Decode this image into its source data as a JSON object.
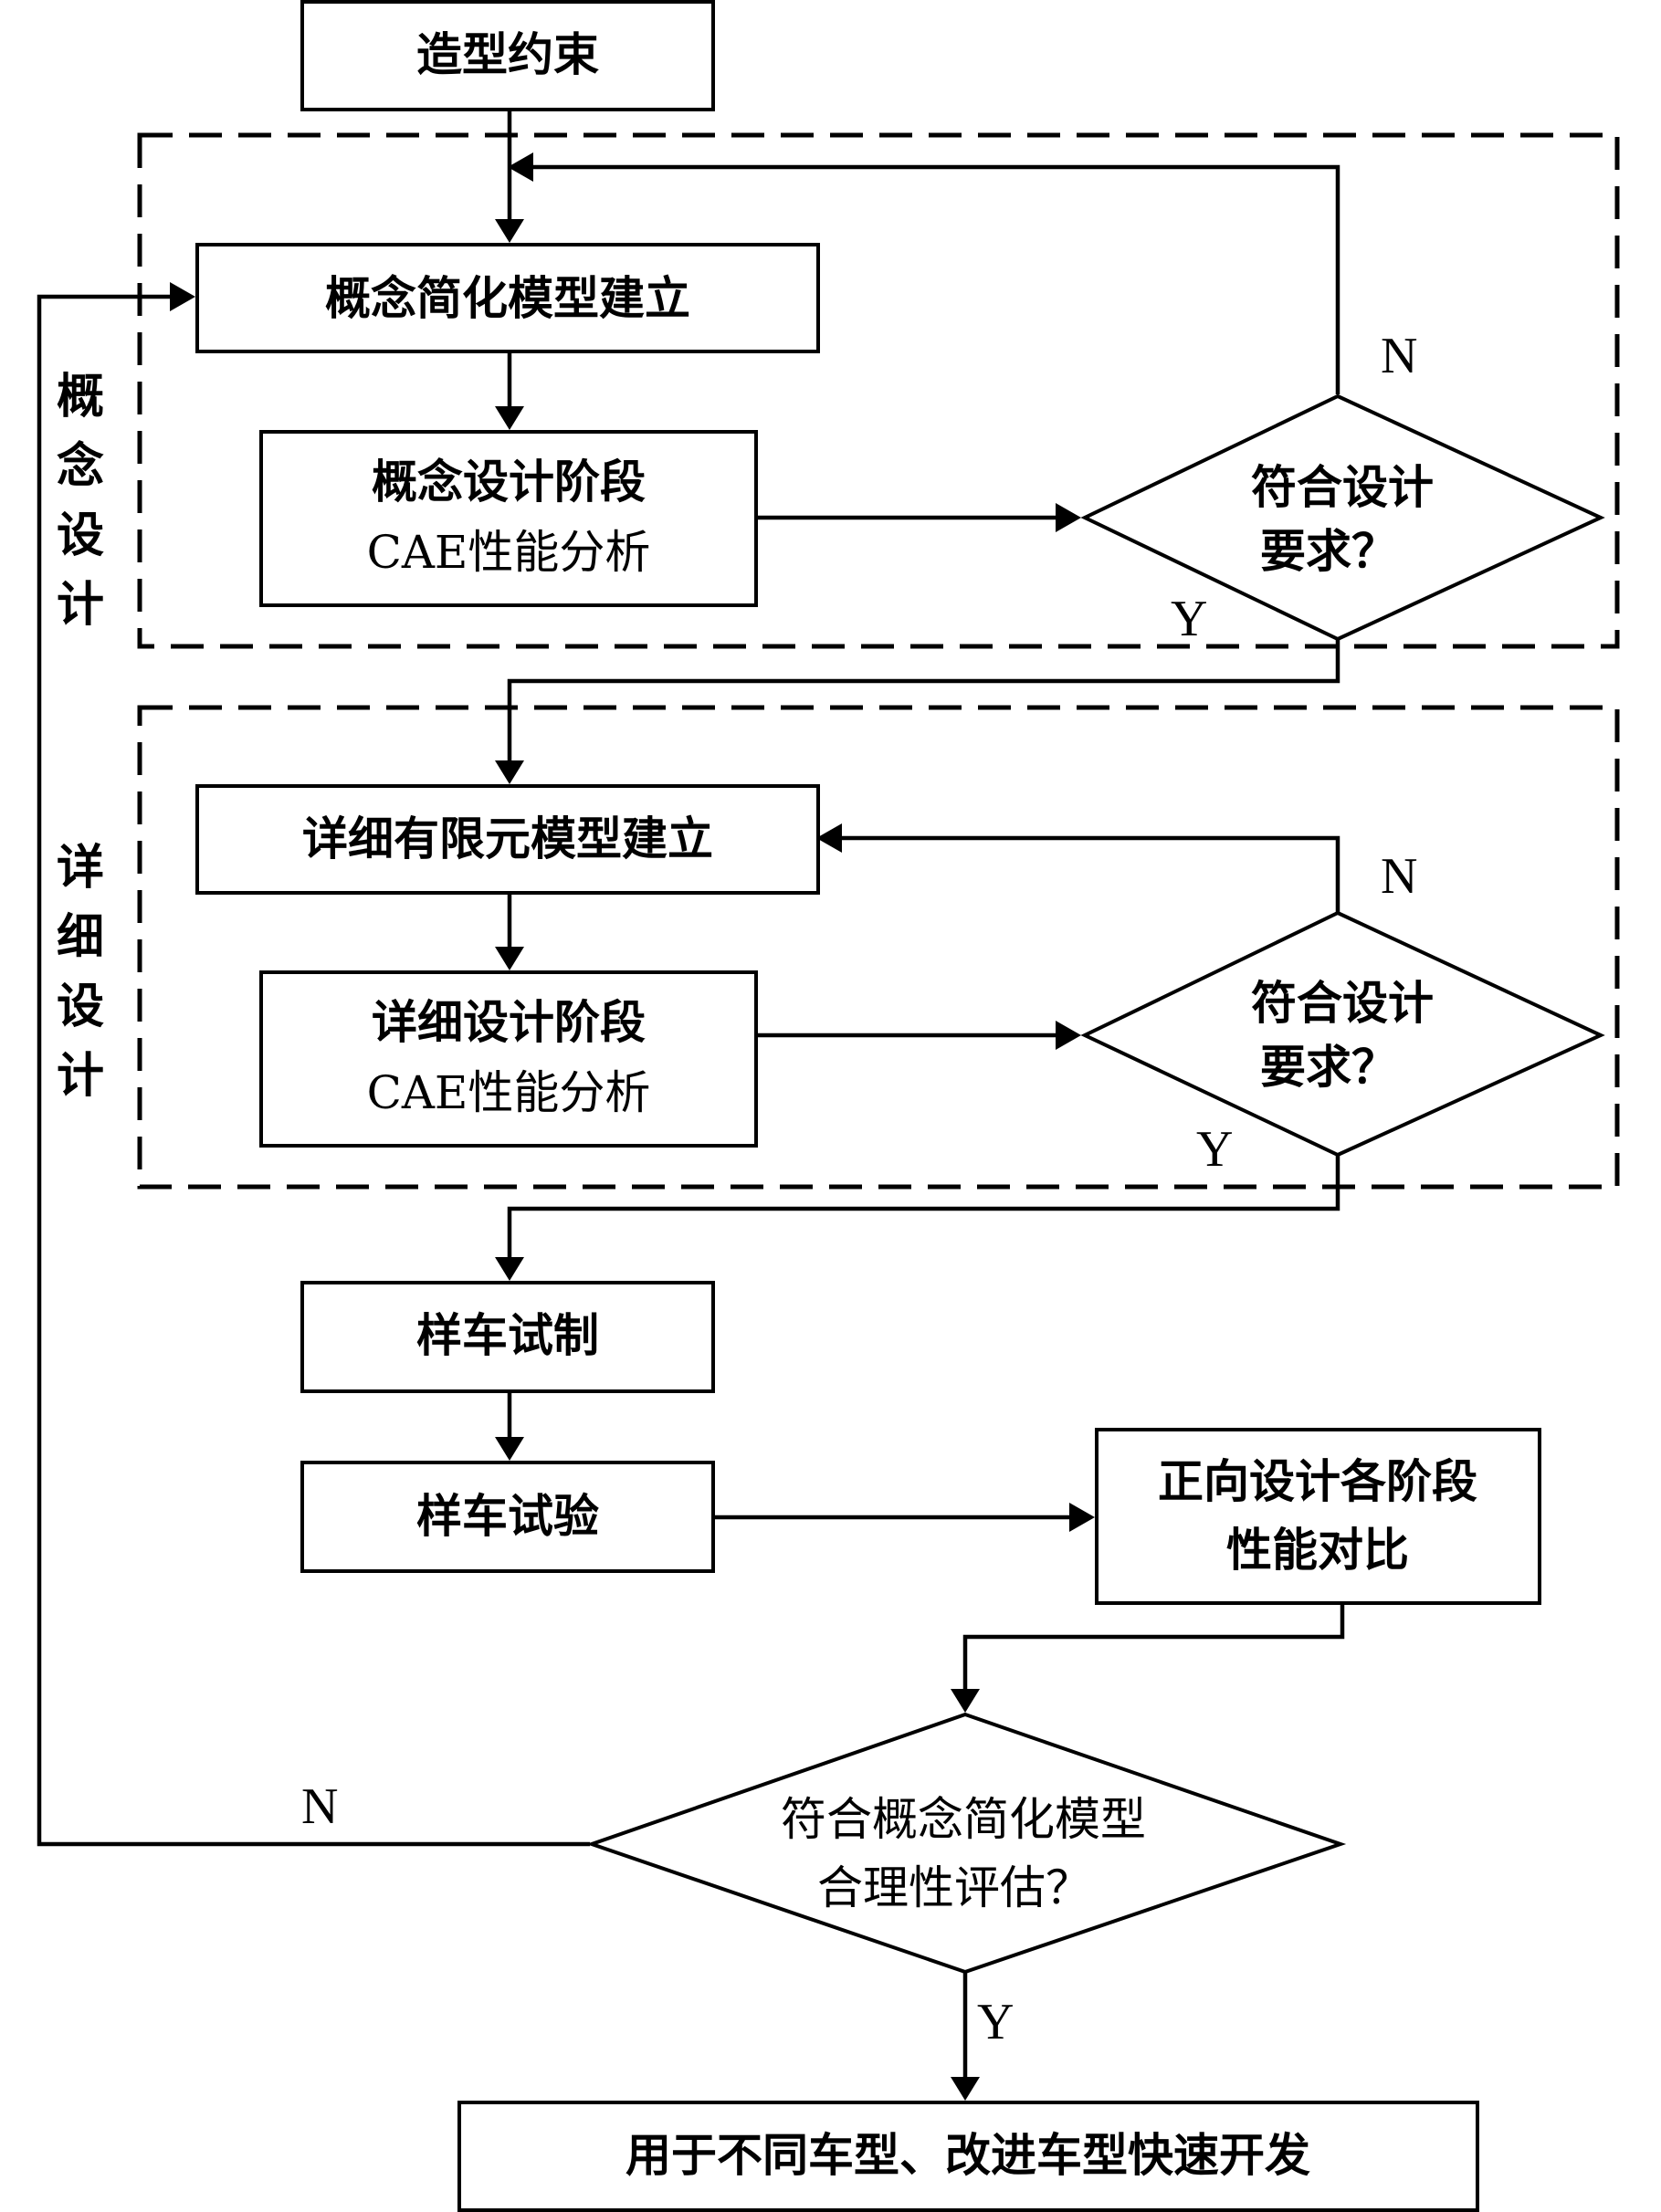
{
  "nodes": {
    "styling_constraint": "造型约束",
    "concept_model_build": "概念简化模型建立",
    "concept_cae_line1": "概念设计阶段",
    "concept_cae_line2": "CAE性能分析",
    "concept_check_line1": "符合设计",
    "concept_check_line2": "要求？",
    "detail_model_build": "详细有限元模型建立",
    "detail_cae_line1": "详细设计阶段",
    "detail_cae_line2": "CAE性能分析",
    "detail_check_line1": "符合设计",
    "detail_check_line2": "要求？",
    "prototype_build": "样车试制",
    "prototype_test": "样车试验",
    "compare_line1": "正向设计各阶段",
    "compare_line2": "性能对比",
    "final_check_line1": "符合概念简化模型",
    "final_check_line2": "合理性评估？",
    "result": "用于不同车型、改进车型快速开发"
  },
  "sections": {
    "concept": [
      "概",
      "念",
      "设",
      "计"
    ],
    "detail": [
      "详",
      "细",
      "设",
      "计"
    ]
  },
  "labels": {
    "yes": "Y",
    "no": "N"
  }
}
